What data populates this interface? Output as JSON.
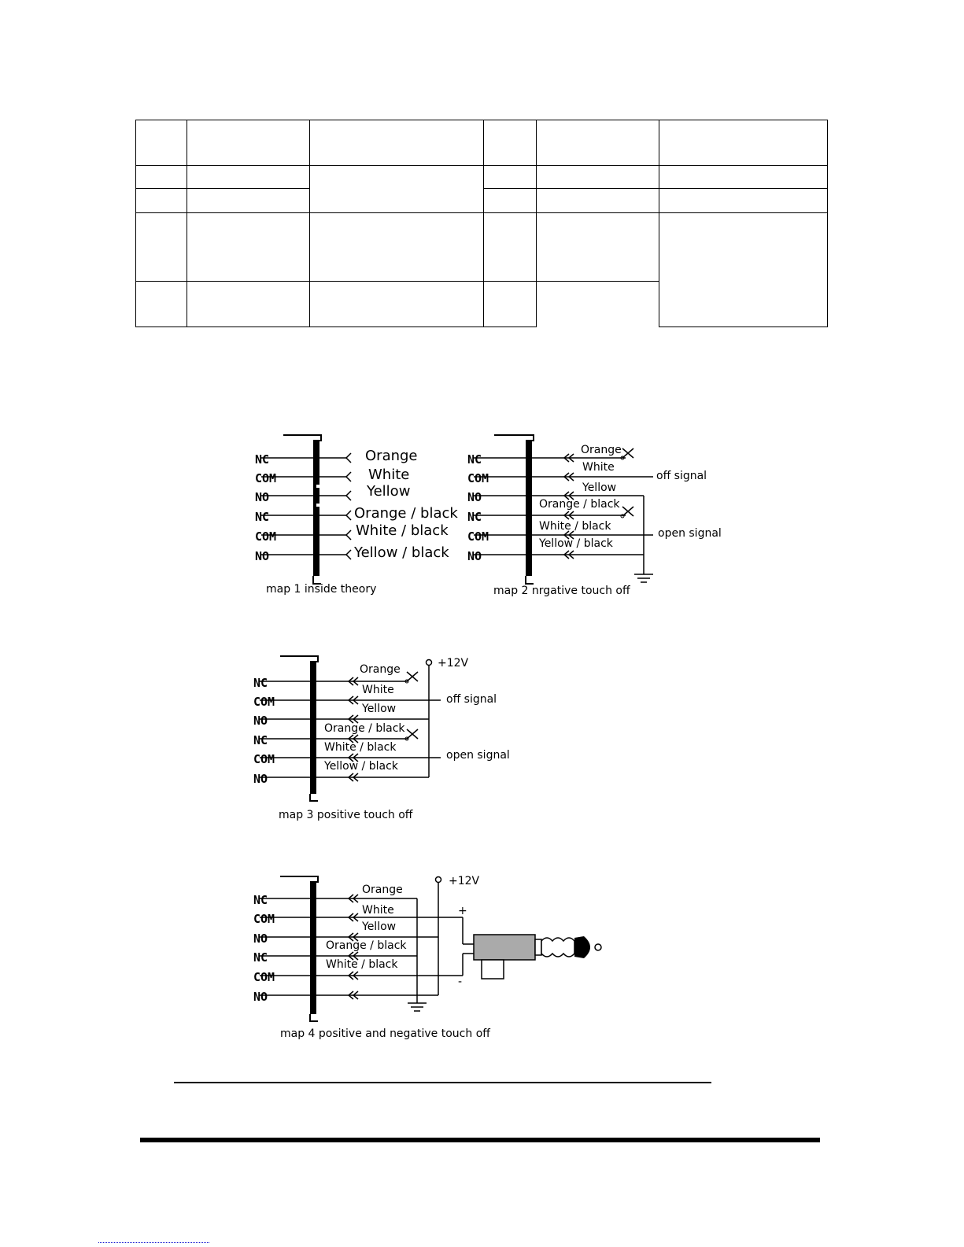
{
  "table": {
    "rows": [
      [
        "",
        "",
        "",
        "",
        "",
        ""
      ],
      [
        "",
        "",
        "",
        "",
        "",
        ""
      ],
      [
        "",
        "",
        "",
        "",
        ""
      ],
      [
        "",
        "",
        "",
        "",
        "",
        ""
      ],
      [
        "",
        "",
        "",
        ""
      ]
    ]
  },
  "terminals": [
    "NC",
    "COM",
    "NO",
    "NC",
    "COM",
    "NO"
  ],
  "wires": {
    "orange": "Orange",
    "white": "White",
    "yellow": "Yellow",
    "orange_black": "Orange / black",
    "white_black": "White / black",
    "yellow_black": "Yellow / black"
  },
  "signals": {
    "off": "off signal",
    "open": "open signal",
    "supply": "+12V",
    "plus": "+",
    "minus": "-"
  },
  "captions": {
    "map1": "map 1 inside theory",
    "map2": "map 2 nrgative touch off",
    "map3": "map 3 positive touch off",
    "map4": "map 4 positive and negative touch off"
  }
}
